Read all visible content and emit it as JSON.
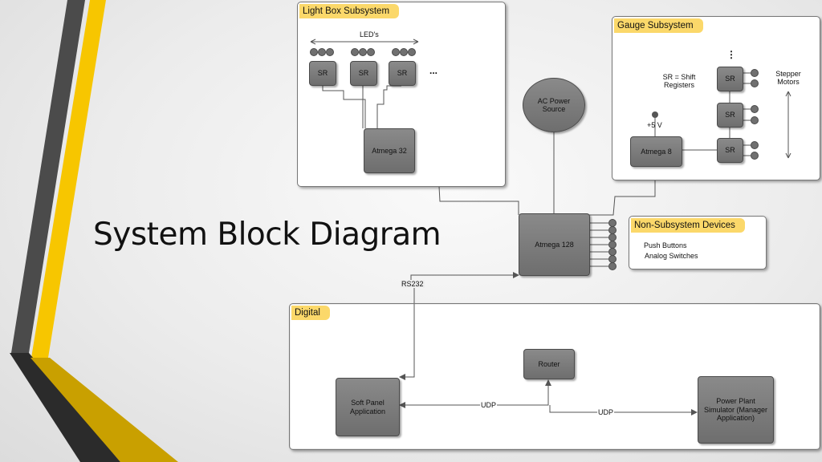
{
  "slide_title": "System Block Diagram",
  "light_box": {
    "title": "Light Box Subsystem",
    "led_label": "LED's",
    "sr_labels": [
      "SR",
      "SR",
      "SR"
    ],
    "ellipsis": "...",
    "mcu": "Atmega 32"
  },
  "gauge": {
    "title": "Gauge Subsystem",
    "sr_note": "SR = Shift Registers",
    "stepper_label": "Stepper Motors",
    "ellipsis": "⋮",
    "sr_labels": [
      "SR",
      "SR",
      "SR"
    ],
    "supply_label": "+5 V",
    "mcu": "Atmega 8"
  },
  "ac_power": "AC Power Source",
  "main_mcu": "Atmega 128",
  "non_subsystem": {
    "title": "Non-Subsystem Devices",
    "items": [
      "Push Buttons",
      "Analog Switches"
    ]
  },
  "rs232_label": "RS232",
  "digital": {
    "title": "Digital",
    "router": "Router",
    "soft_panel": "Soft Panel Application",
    "simulator": "Power Plant Simulator (Manager Application)",
    "udp_left": "UDP",
    "udp_right": "UDP"
  },
  "colors": {
    "stripe_dark": "#4a4a4a",
    "stripe_yellow": "#f5c400",
    "stripe_gold": "#c79a00",
    "title_tag": "#fbd86a"
  }
}
